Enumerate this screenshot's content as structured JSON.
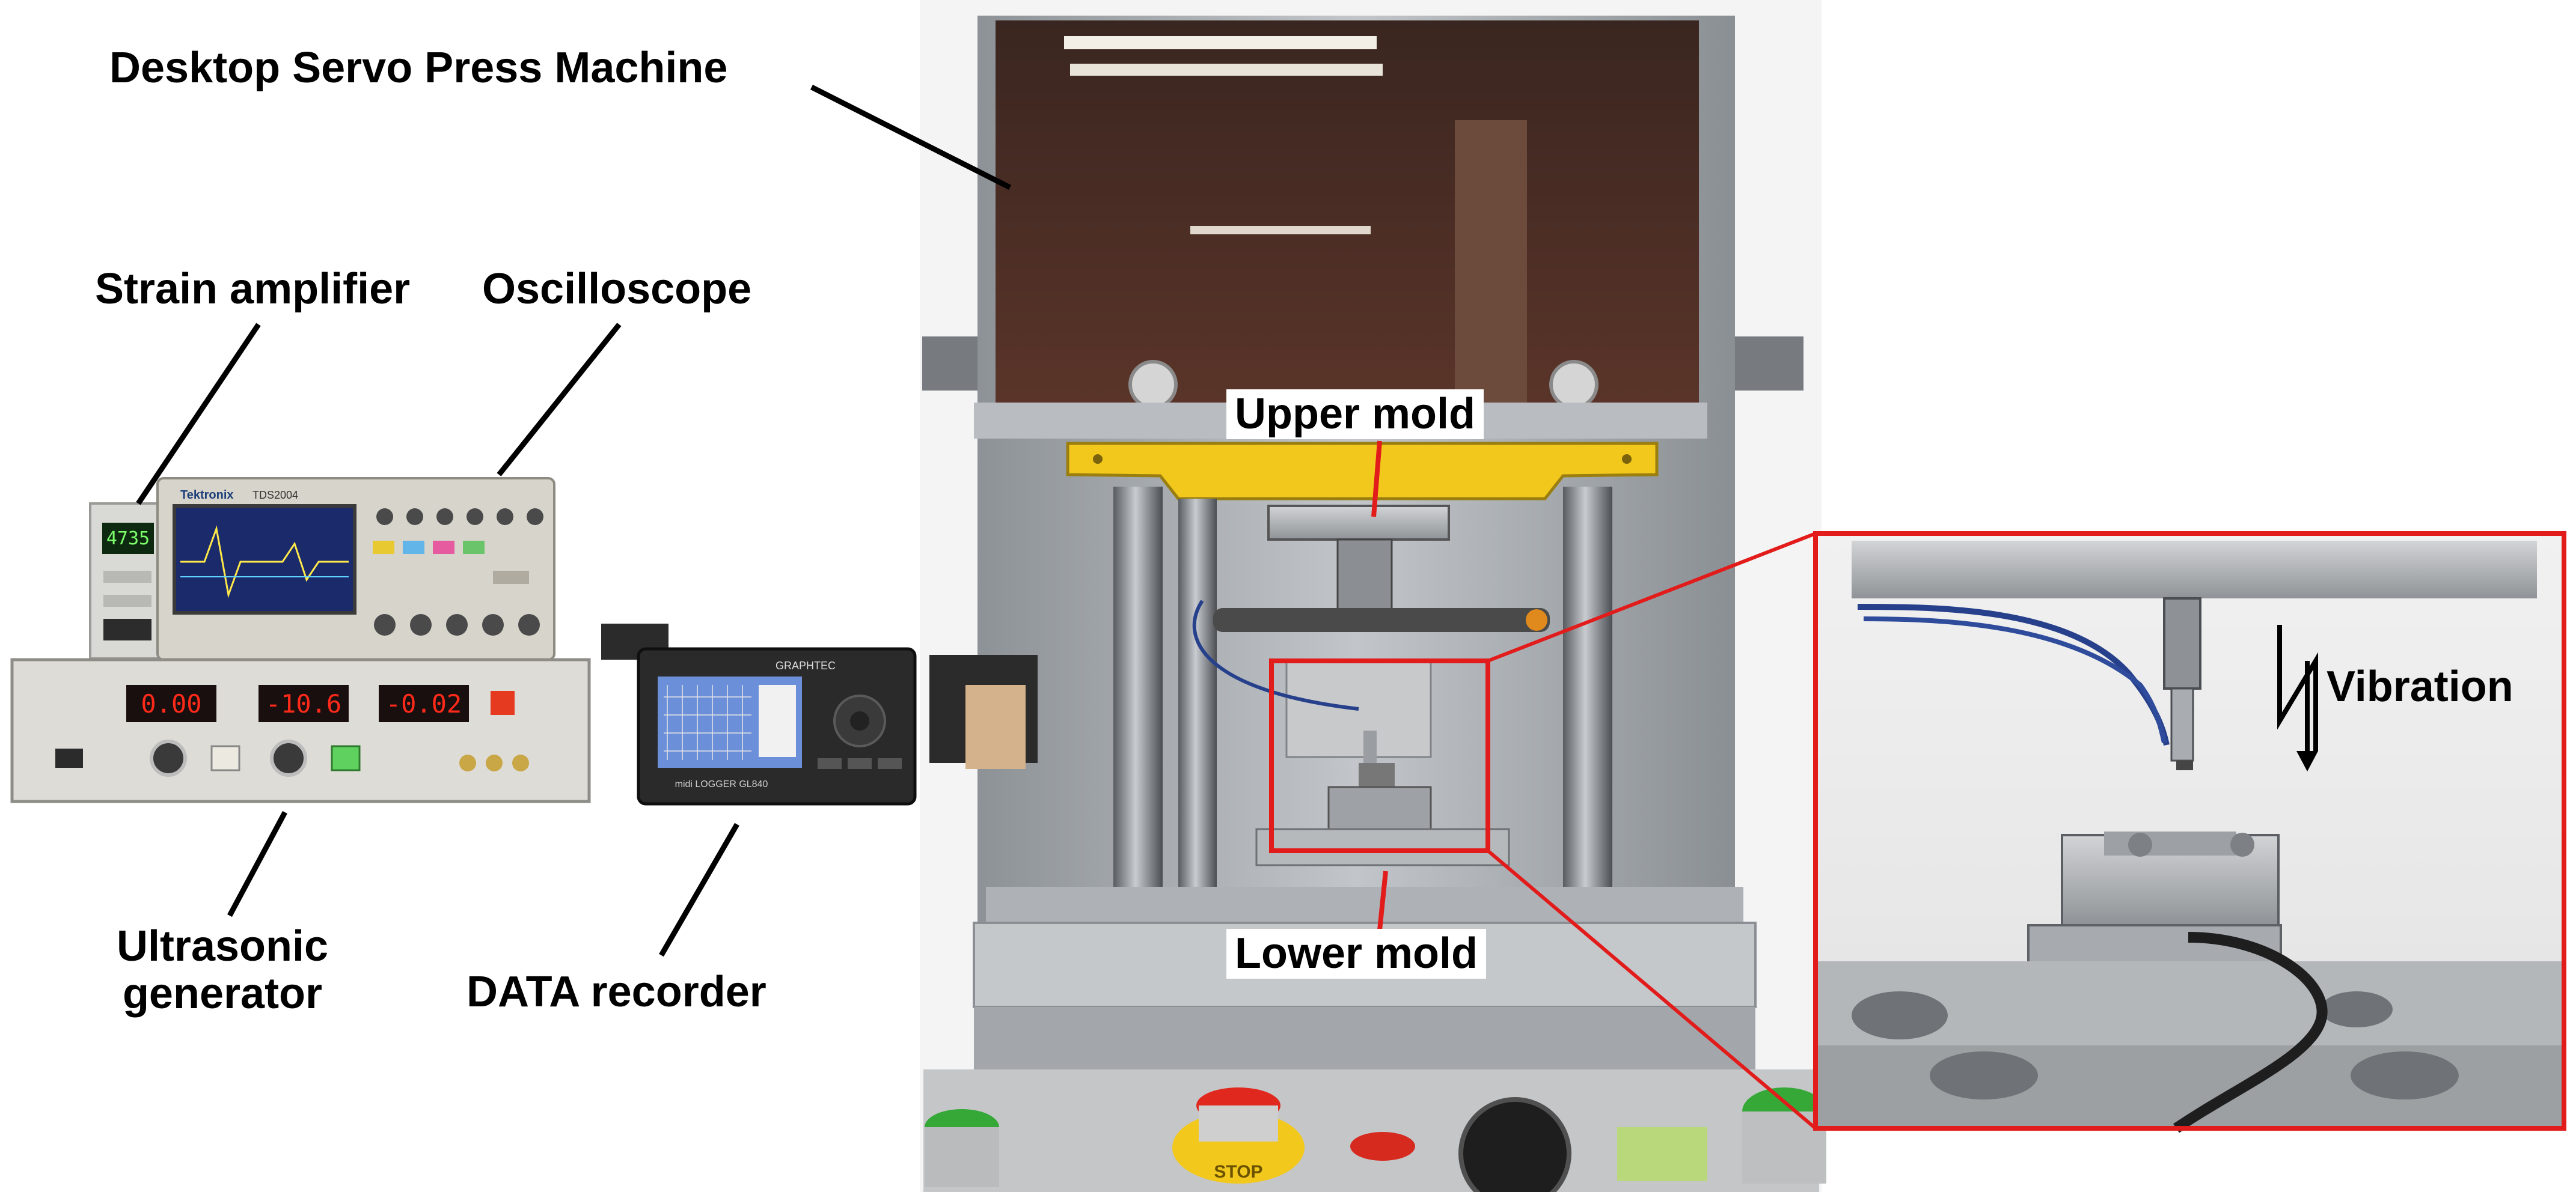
{
  "labels": {
    "desktop_press": "Desktop Servo Press Machine",
    "strain_amplifier": "Strain amplifier",
    "oscilloscope": "Oscilloscope",
    "ultrasonic_generator": "Ultrasonic generator",
    "data_recorder": "DATA recorder",
    "upper_mold": "Upper mold",
    "lower_mold": "Lower mold",
    "vibration": "Vibration"
  },
  "device_text": {
    "strain_display": "4735",
    "scope_brand": "Tektronix",
    "scope_model": "TDS2004",
    "recorder_brand": "GRAPHTEC",
    "recorder_model": "midi LOGGER GL840",
    "gen_display_1": "0.00",
    "gen_display_2": "-10.6",
    "gen_display_3": "-0.02",
    "stop_label": "STOP"
  },
  "colors": {
    "callout_frame": "#e21b1b",
    "press_frame": "#a7adb2",
    "yellow_crossbar": "#f2c81d",
    "led_red": "#ff2a1a",
    "label_text": "#000000"
  }
}
